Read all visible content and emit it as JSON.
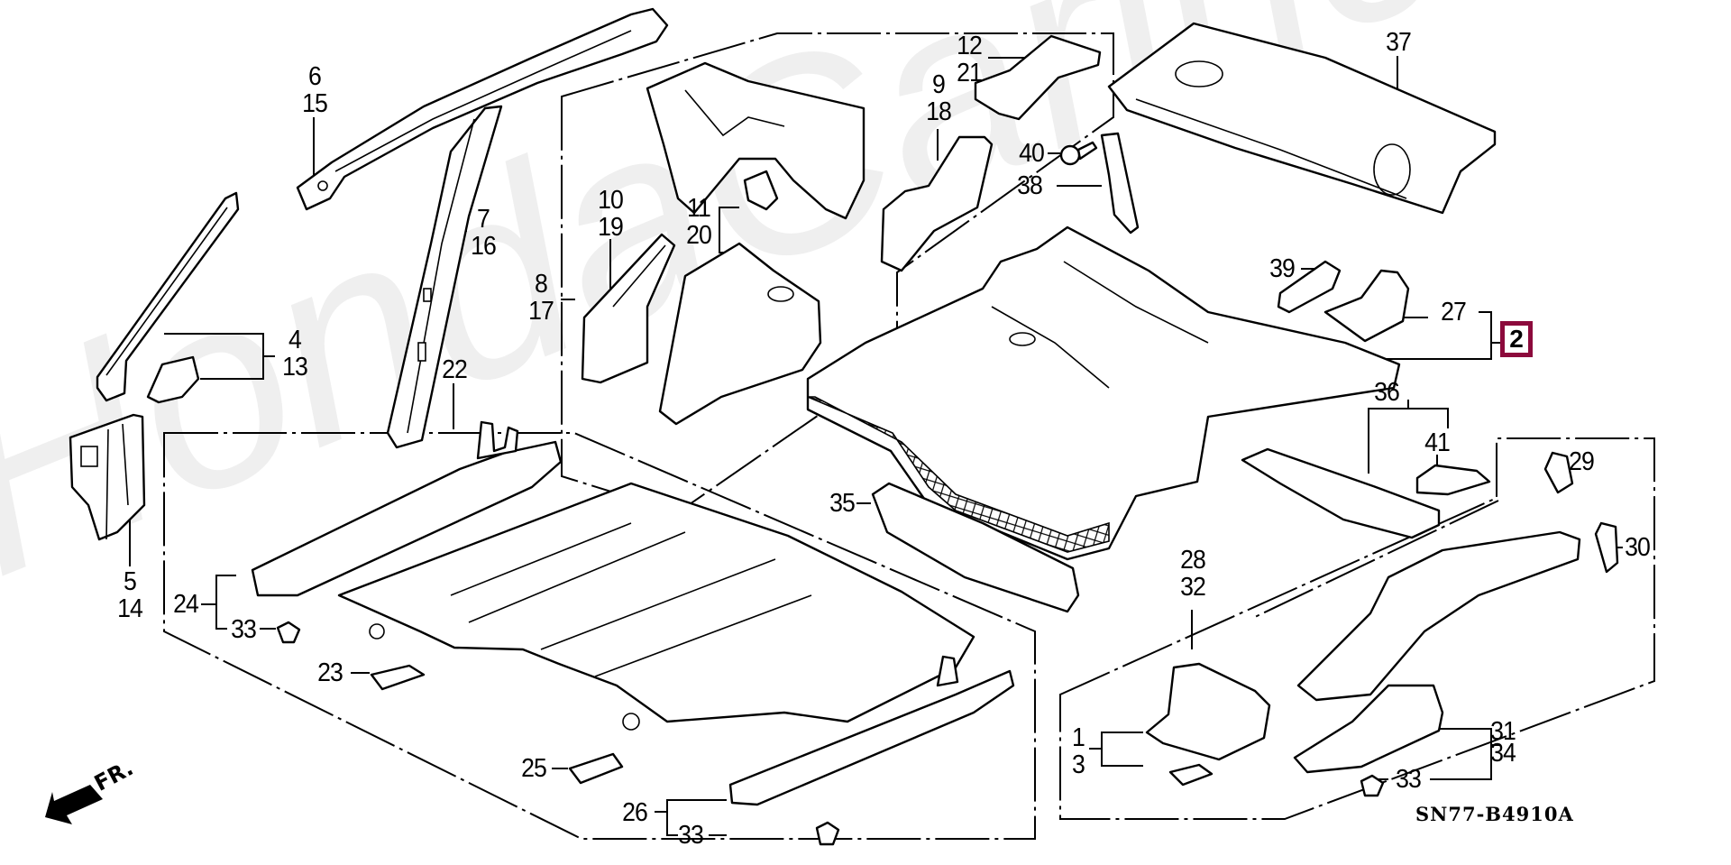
{
  "diagram": {
    "type": "exploded-parts-diagram",
    "subject": "Floor and inner panel assembly",
    "diagram_code": "SN77-B4910A",
    "front_indicator": "FR.",
    "watermark": "HondaCarinc.ru",
    "highlighted_part": {
      "label": "2",
      "accent_color": "#8c0a3c"
    },
    "callouts": [
      {
        "id": "c-6-15",
        "labels": [
          "6",
          "15"
        ]
      },
      {
        "id": "c-7-16",
        "labels": [
          "7",
          "16"
        ]
      },
      {
        "id": "c-4-13",
        "labels": [
          "4",
          "13"
        ]
      },
      {
        "id": "c-5-14",
        "labels": [
          "5",
          "14"
        ]
      },
      {
        "id": "c-8-17",
        "labels": [
          "8",
          "17"
        ]
      },
      {
        "id": "c-10-19",
        "labels": [
          "10",
          "19"
        ]
      },
      {
        "id": "c-11-20",
        "labels": [
          "11",
          "20"
        ]
      },
      {
        "id": "c-12-21",
        "labels": [
          "12",
          "21"
        ]
      },
      {
        "id": "c-9-18",
        "labels": [
          "9",
          "18"
        ]
      },
      {
        "id": "c-40",
        "labels": [
          "40"
        ]
      },
      {
        "id": "c-38",
        "labels": [
          "38"
        ]
      },
      {
        "id": "c-37",
        "labels": [
          "37"
        ]
      },
      {
        "id": "c-39",
        "labels": [
          "39"
        ]
      },
      {
        "id": "c-27",
        "labels": [
          "27"
        ]
      },
      {
        "id": "c-36",
        "labels": [
          "36"
        ]
      },
      {
        "id": "c-41",
        "labels": [
          "41"
        ]
      },
      {
        "id": "c-29",
        "labels": [
          "29"
        ]
      },
      {
        "id": "c-30",
        "labels": [
          "30"
        ]
      },
      {
        "id": "c-35",
        "labels": [
          "35"
        ]
      },
      {
        "id": "c-22",
        "labels": [
          "22"
        ]
      },
      {
        "id": "c-24",
        "labels": [
          "24"
        ]
      },
      {
        "id": "c-33a",
        "labels": [
          "33"
        ]
      },
      {
        "id": "c-23",
        "labels": [
          "23"
        ]
      },
      {
        "id": "c-25",
        "labels": [
          "25"
        ]
      },
      {
        "id": "c-26",
        "labels": [
          "26"
        ]
      },
      {
        "id": "c-33b",
        "labels": [
          "33"
        ]
      },
      {
        "id": "c-28-32",
        "labels": [
          "28",
          "32"
        ]
      },
      {
        "id": "c-1-3",
        "labels": [
          "1",
          "3"
        ]
      },
      {
        "id": "c-31-34",
        "labels": [
          "31",
          "34"
        ]
      },
      {
        "id": "c-33c",
        "labels": [
          "33"
        ]
      }
    ]
  }
}
